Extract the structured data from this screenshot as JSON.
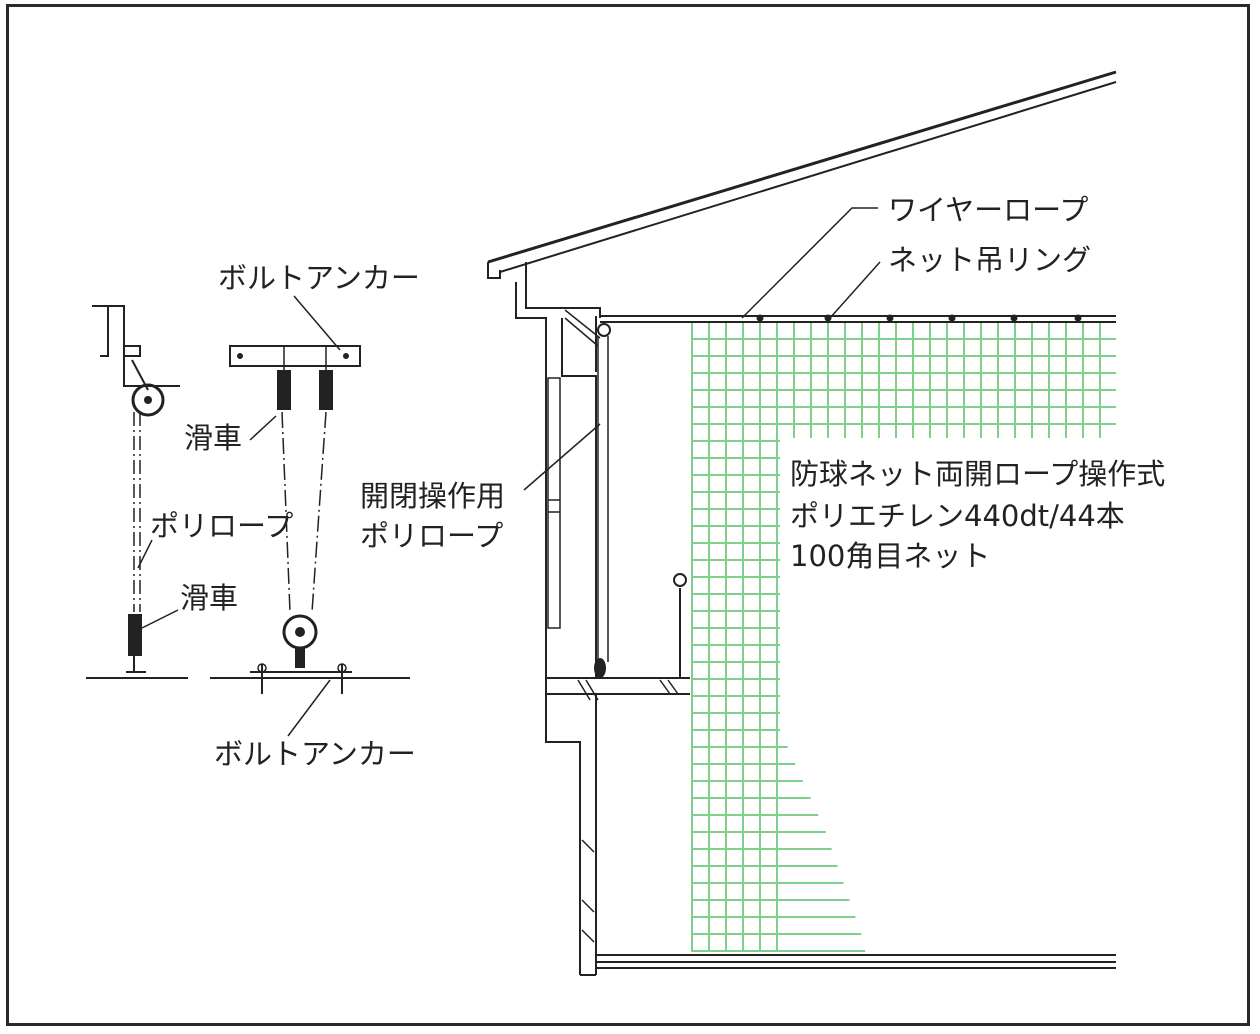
{
  "labels": {
    "bolt_anchor_top": "ボルトアンカー",
    "bolt_anchor_bottom": "ボルトアンカー",
    "pulley_top": "滑車",
    "pulley_bottom": "滑車",
    "poly_rope": "ポリロープ",
    "operation_rope_line1": "開閉操作用",
    "operation_rope_line2": "ポリロープ",
    "wire_rope": "ワイヤーロープ",
    "net_ring": "ネット吊リング",
    "net_desc_line1": "防球ネット両開ロープ操作式",
    "net_desc_line2": "ポリエチレン440dt/44本",
    "net_desc_line3": "100角目ネット"
  },
  "colors": {
    "net": "#7fd08c",
    "ink": "#222222"
  }
}
